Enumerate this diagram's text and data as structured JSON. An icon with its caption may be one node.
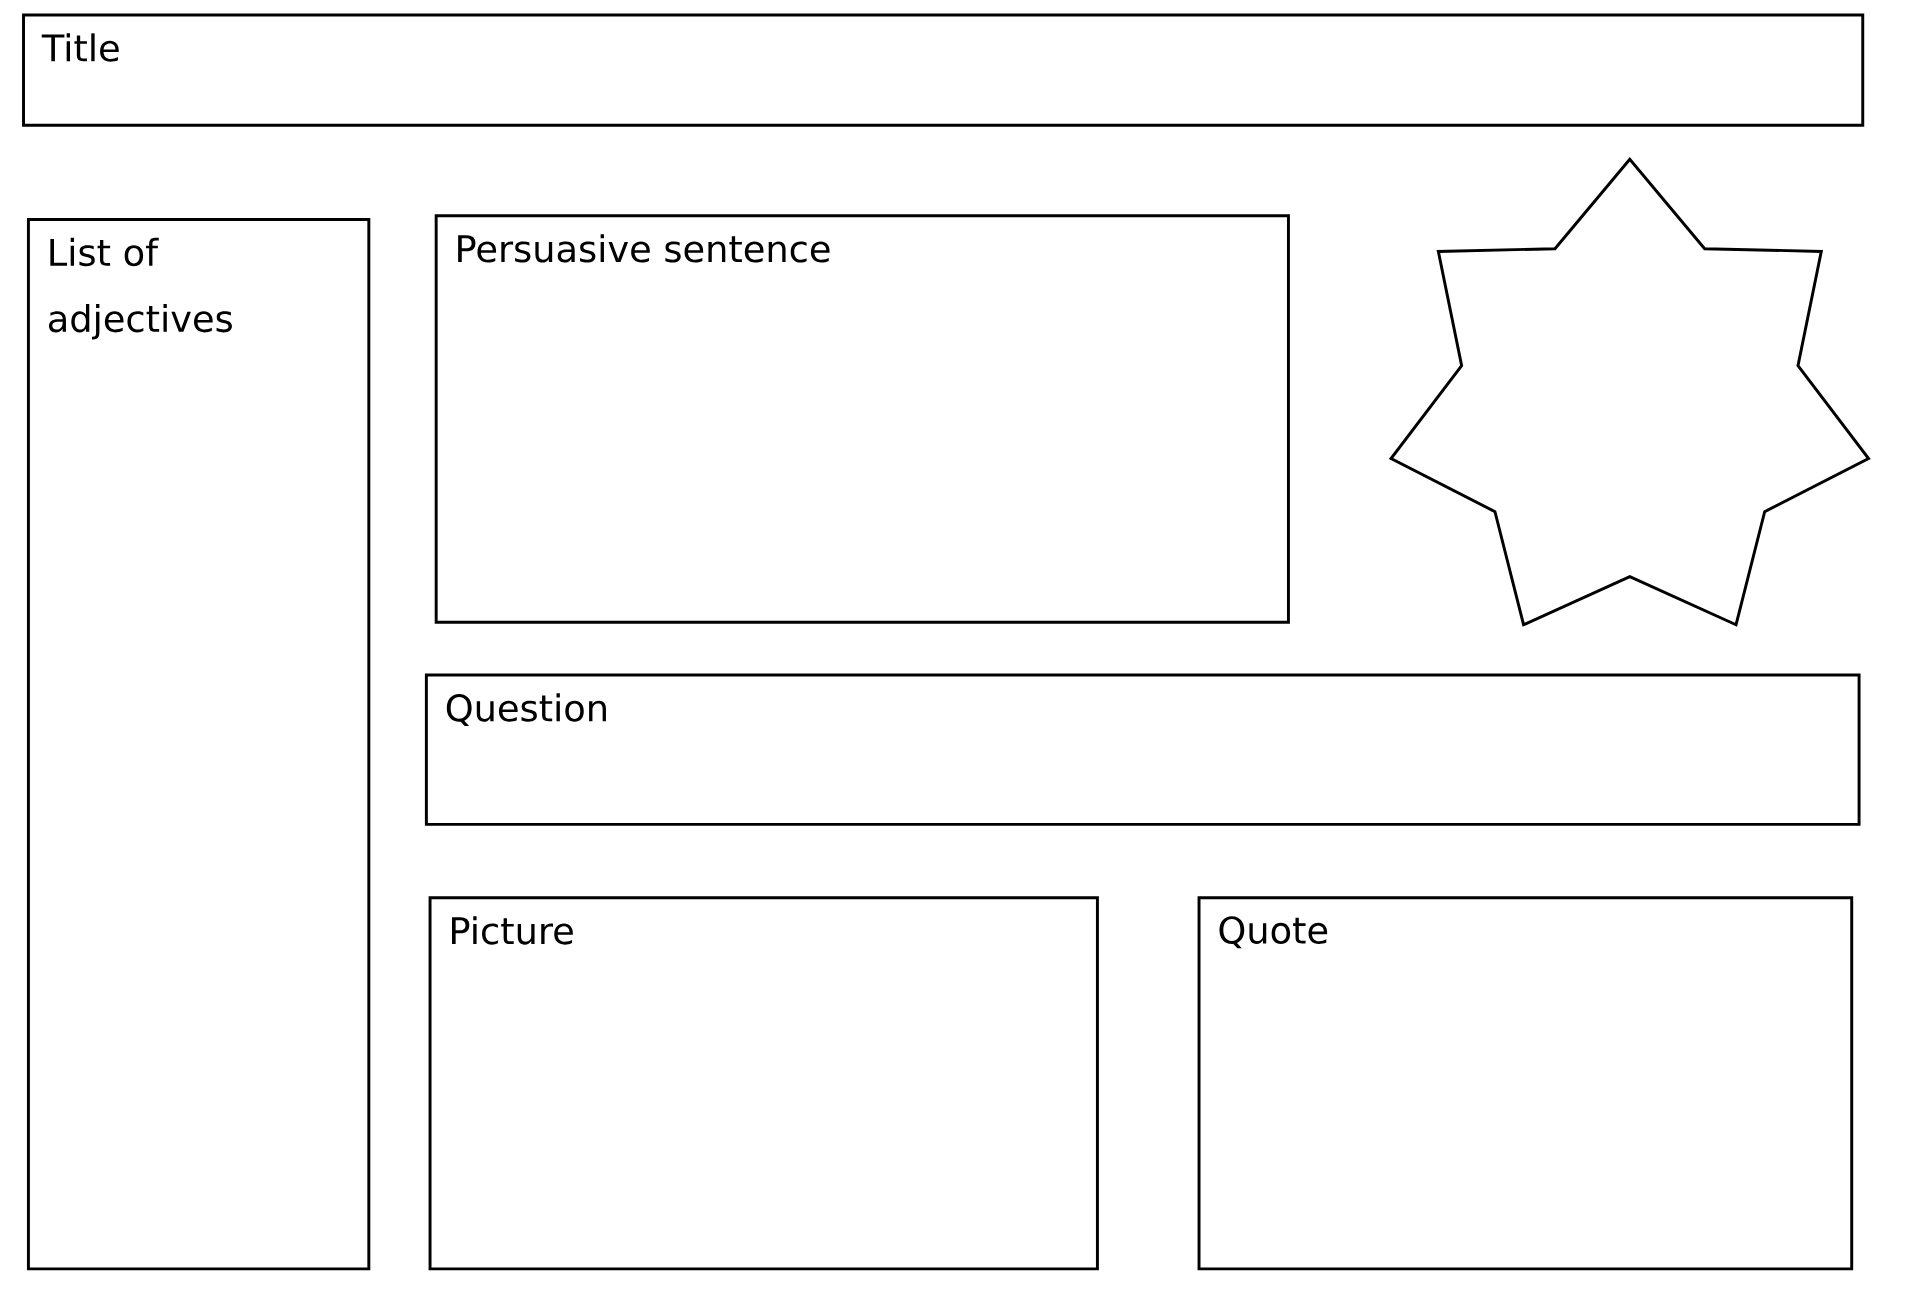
{
  "diagram": {
    "nodes": [
      {
        "text": [
          "Title"
        ]
      },
      {
        "text": [
          "List of adjectives"
        ]
      },
      {
        "text": [
          "Persuasive sentence"
        ]
      },
      {
        "text": [],
        "shape": "star"
      },
      {
        "text": [
          "Question"
        ]
      },
      {
        "text": [
          "Picture"
        ]
      },
      {
        "text": [
          "Quote"
        ]
      }
    ]
  }
}
